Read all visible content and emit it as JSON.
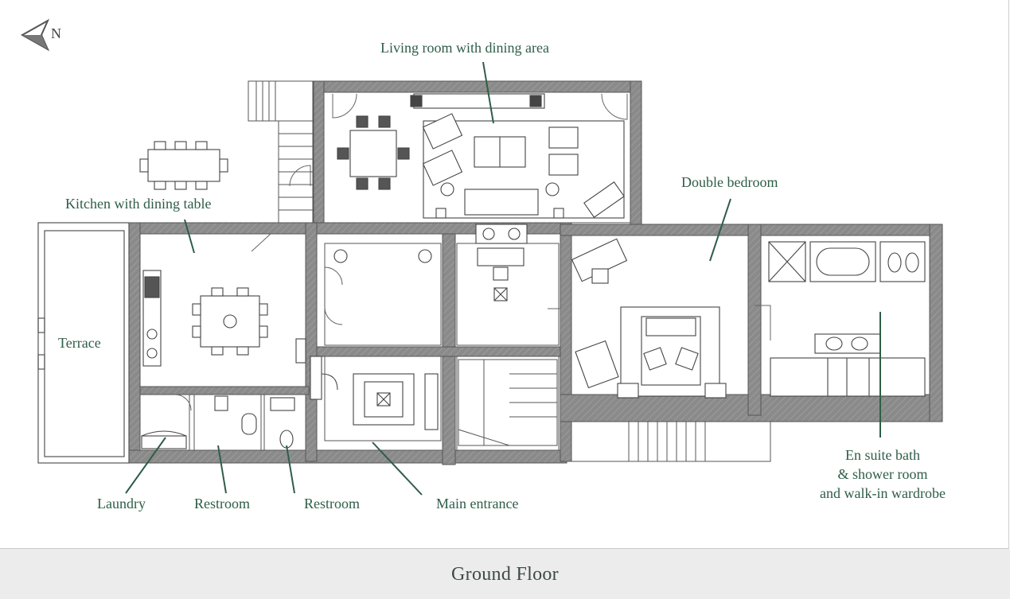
{
  "compass": {
    "label": "N"
  },
  "labels": {
    "living_room": "Living room with dining area",
    "kitchen": "Kitchen with dining table",
    "double_bedroom": "Double bedroom",
    "terrace": "Terrace",
    "laundry": "Laundry",
    "restroom_1": "Restroom",
    "restroom_2": "Restroom",
    "main_entrance": "Main entrance",
    "ensuite_line1": "En suite bath",
    "ensuite_line2": "& shower room",
    "ensuite_line3": "and walk-in wardrobe"
  },
  "footer": {
    "title": "Ground Floor"
  },
  "colors": {
    "wall": "#7a7a7a",
    "line": "#4a4a4a",
    "label": "#2f5d48",
    "leader": "#2f5d48",
    "footer_bg": "#ececec"
  }
}
